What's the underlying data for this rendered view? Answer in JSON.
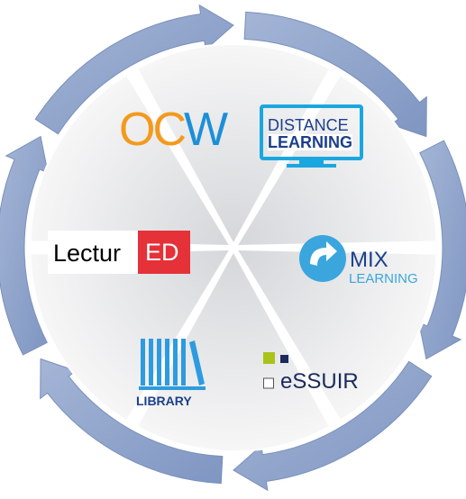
{
  "colors": {
    "arrow_fill": "#8fa4cc",
    "arrow_edge": "#7a90bb",
    "segment_light": "#f6f6f6",
    "segment_dark": "#d4d6d9",
    "ocw_orange": "#f39a1c",
    "ocw_blue": "#1c8fd8",
    "distance_blue": "#1aa7e0",
    "lectured_red": "#e53138",
    "mix_blue": "#3aa6dd",
    "library_blue": "#2d9be0",
    "essuir_green": "#a9c31a",
    "essuir_navy": "#1b2a5c"
  },
  "segments": [
    {
      "id": "ocw",
      "logo": {
        "letters": [
          "O",
          "C",
          "W"
        ]
      }
    },
    {
      "id": "distance-learning",
      "logo": {
        "line1": "DISTANCE",
        "line2": "LEARNING",
        "icon": "monitor-icon"
      }
    },
    {
      "id": "mix-learning",
      "logo": {
        "line1": "MIX",
        "line2": "LEARNING",
        "icon": "circular-arrow-icon"
      }
    },
    {
      "id": "essuir",
      "logo": {
        "text": "eSSUIR",
        "icon": "squares-icon"
      }
    },
    {
      "id": "library",
      "logo": {
        "text": "LIBRARY",
        "icon": "books-icon"
      }
    },
    {
      "id": "lectured",
      "logo": {
        "part1": "Lectur",
        "part2": "ED"
      }
    }
  ]
}
